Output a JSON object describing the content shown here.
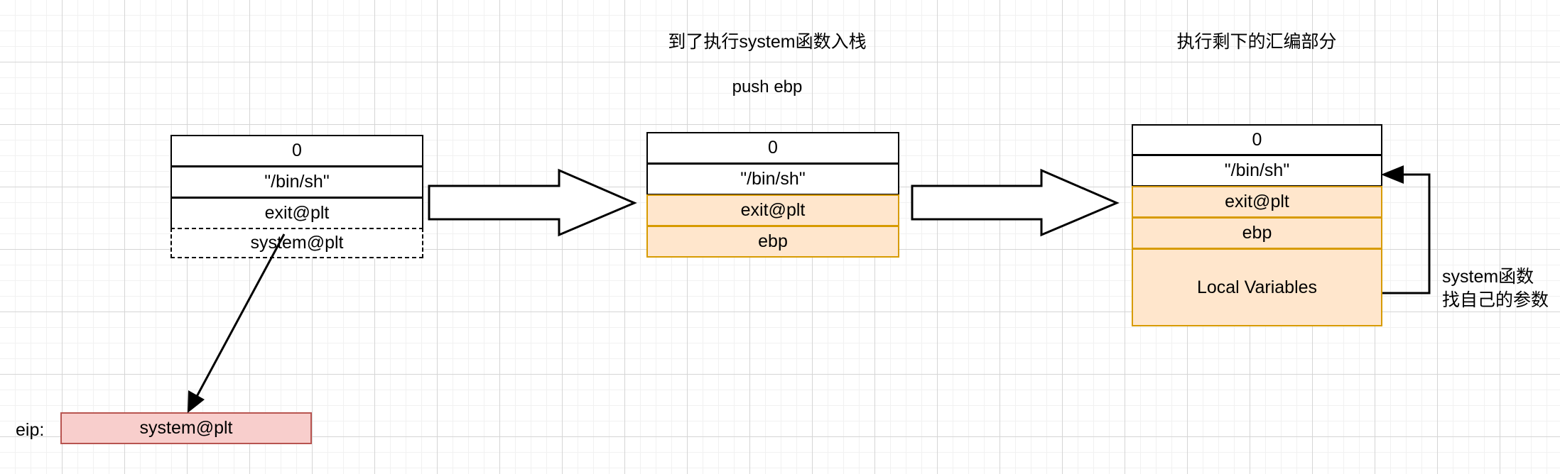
{
  "diagram": {
    "title_col2": "到了执行system函数入栈",
    "subtitle_col2": "push ebp",
    "title_col3": "执行剩下的汇编部分",
    "eip_label": "eip:",
    "eip_value": "system@plt",
    "callout_line1": "system函数",
    "callout_line2": "找自己的参数",
    "colors": {
      "orange_fill": "#ffe6cc",
      "orange_border": "#d79b00",
      "pink_fill": "#f8cecc",
      "pink_border": "#b85450",
      "plain_fill": "#ffffff",
      "plain_border": "#000000",
      "grid_major": "#d5d5d5",
      "grid_minor": "#f1f1f1"
    },
    "stacks": [
      {
        "name": "stack-before-call",
        "rows": [
          {
            "label": "0",
            "style": "plain"
          },
          {
            "label": "\"/bin/sh\"",
            "style": "plain"
          },
          {
            "label": "exit@plt",
            "style": "plain"
          },
          {
            "label": "system@plt",
            "style": "dashed"
          }
        ]
      },
      {
        "name": "stack-after-push-ebp",
        "rows": [
          {
            "label": "0",
            "style": "plain"
          },
          {
            "label": "\"/bin/sh\"",
            "style": "plain"
          },
          {
            "label": "exit@plt",
            "style": "orange"
          },
          {
            "label": "ebp",
            "style": "orange"
          }
        ]
      },
      {
        "name": "stack-with-locals",
        "rows": [
          {
            "label": "0",
            "style": "plain"
          },
          {
            "label": "\"/bin/sh\"",
            "style": "plain"
          },
          {
            "label": "exit@plt",
            "style": "orange"
          },
          {
            "label": "ebp",
            "style": "orange"
          },
          {
            "label": "Local Variables",
            "style": "orange"
          }
        ]
      }
    ],
    "arrows": [
      {
        "name": "flow-arrow-1",
        "kind": "block"
      },
      {
        "name": "flow-arrow-2",
        "kind": "block"
      },
      {
        "name": "eip-pointer-arrow",
        "kind": "line"
      },
      {
        "name": "system-args-callout-arrow",
        "kind": "line"
      }
    ]
  }
}
